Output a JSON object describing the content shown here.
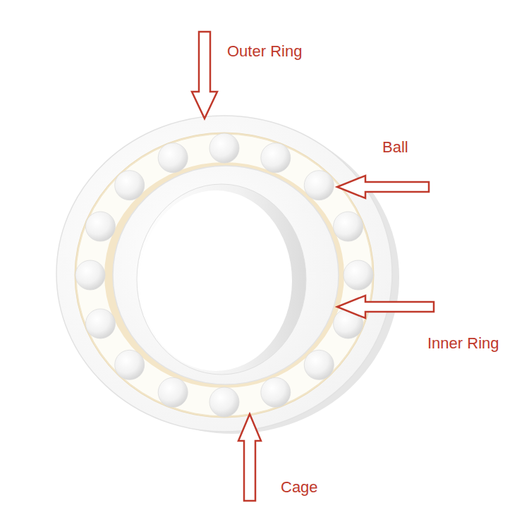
{
  "diagram": {
    "labels": [
      "Outer Ring",
      "Ball",
      "Inner Ring",
      "Cage"
    ]
  }
}
